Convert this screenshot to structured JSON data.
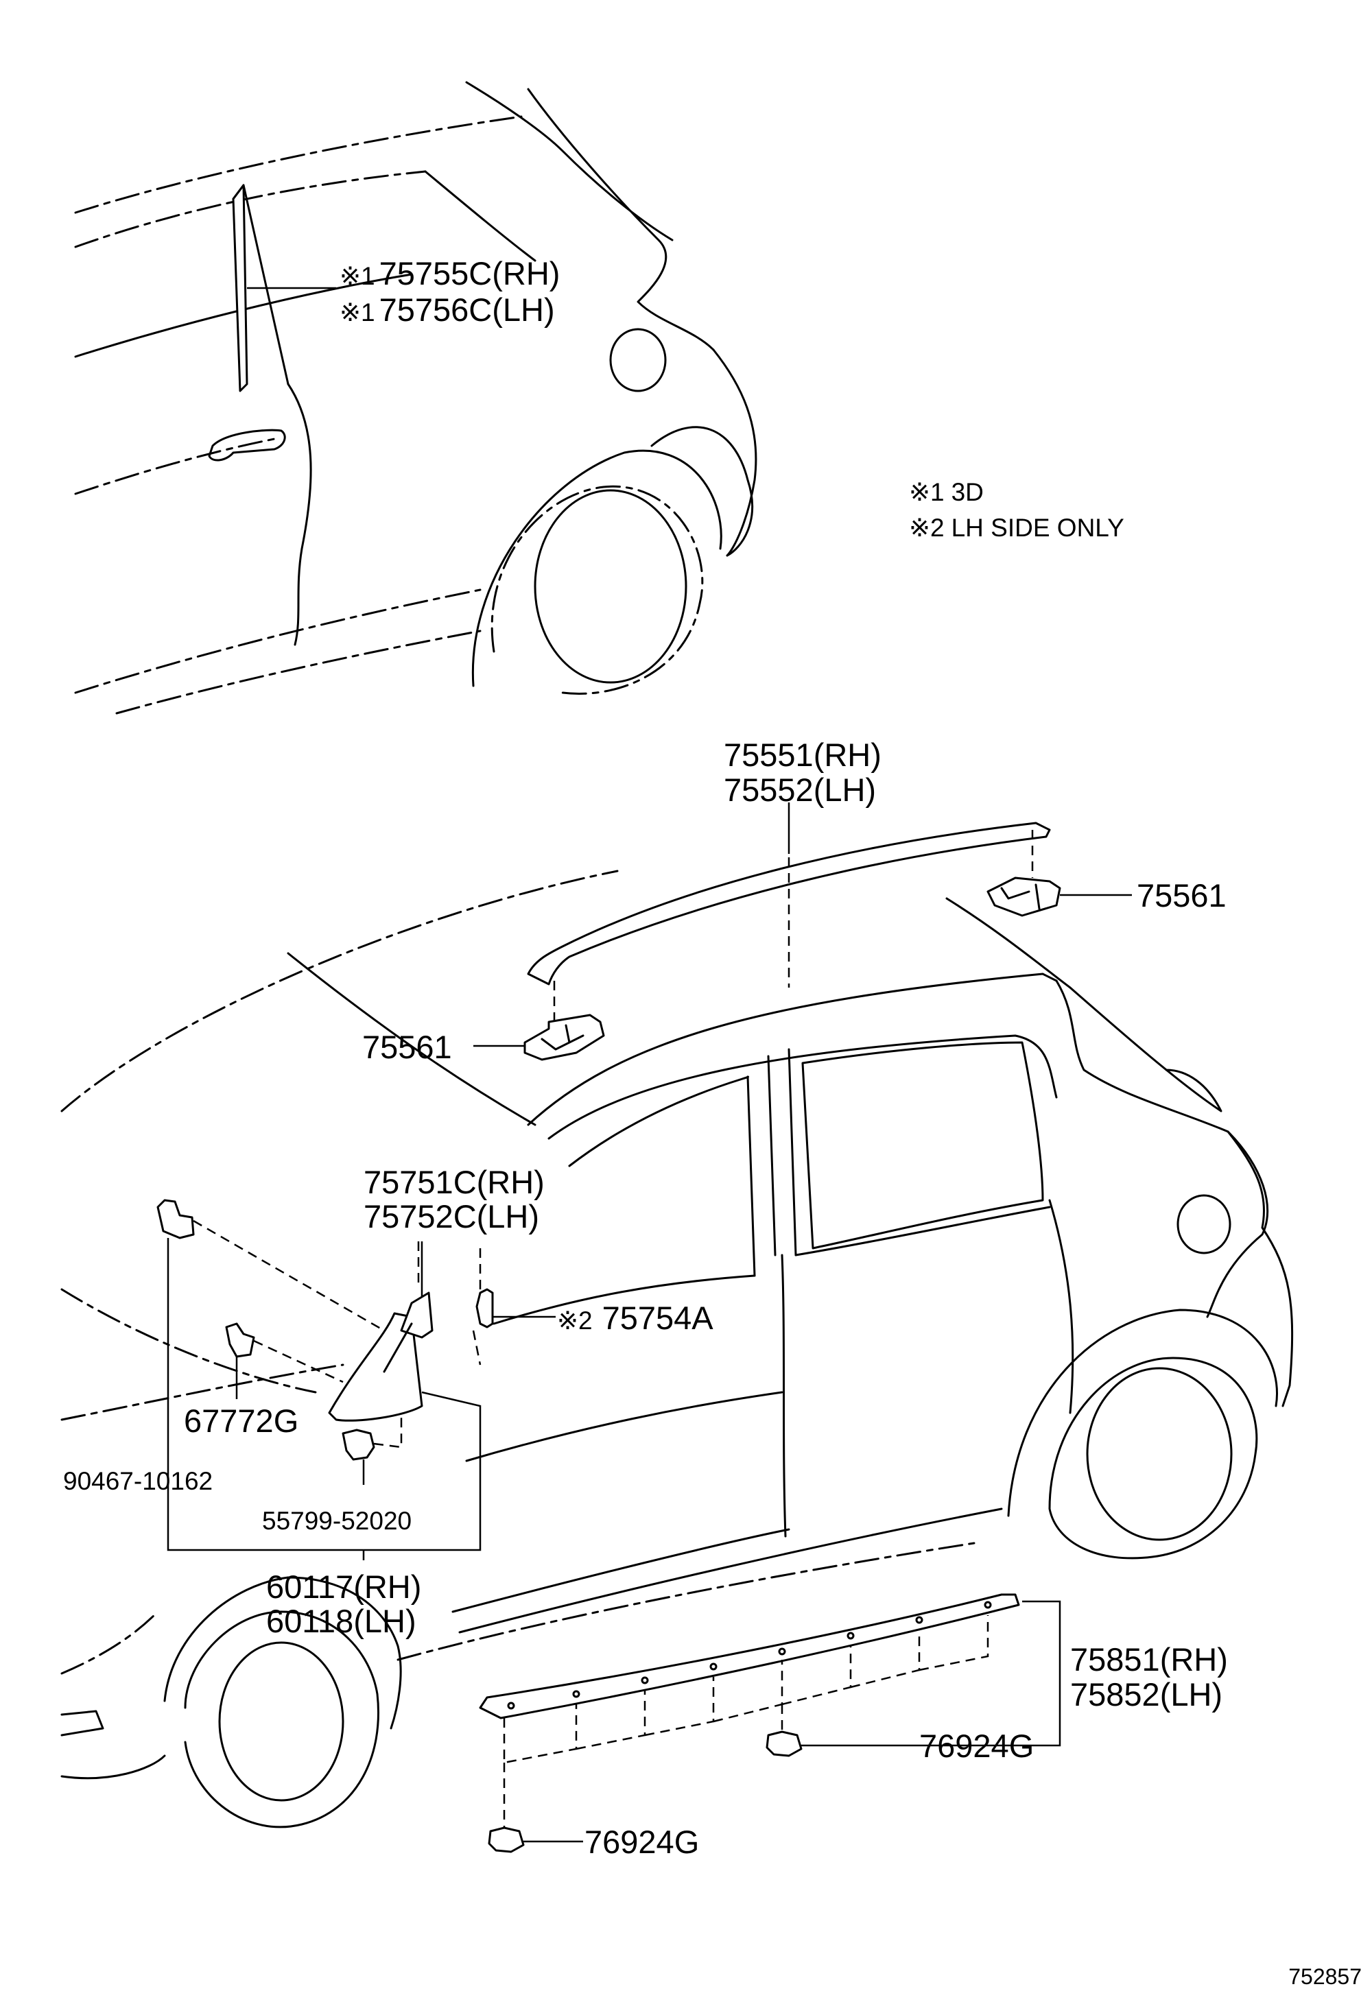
{
  "diagram_id": "752857",
  "notes": [
    {
      "mark": "※1",
      "text": "3D"
    },
    {
      "mark": "※2",
      "text": "LH SIDE ONLY"
    }
  ],
  "callouts": {
    "pillar_rear_rh": {
      "mark": "※1",
      "number": "75755C(RH)"
    },
    "pillar_rear_lh": {
      "mark": "※1",
      "number": "75756C(LH)"
    },
    "roof_moulding_rh": "75551(RH)",
    "roof_moulding_lh": "75552(LH)",
    "clip_rear": "75561",
    "clip_front": "75561",
    "pillar_front_rh": "75751C(RH)",
    "pillar_front_lh": "75752C(LH)",
    "cap_lh": {
      "mark": "※2",
      "number": "75754A"
    },
    "clip_67772g": "67772G",
    "clip_90467": "90467-10162",
    "clip_55799": "55799-52020",
    "corner_cover_rh": "60117(RH)",
    "corner_cover_lh": "60118(LH)",
    "rocker_moulding_rh": "75851(RH)",
    "rocker_moulding_lh": "75852(LH)",
    "nut_upper": "76924G",
    "nut_lower": "76924G"
  }
}
